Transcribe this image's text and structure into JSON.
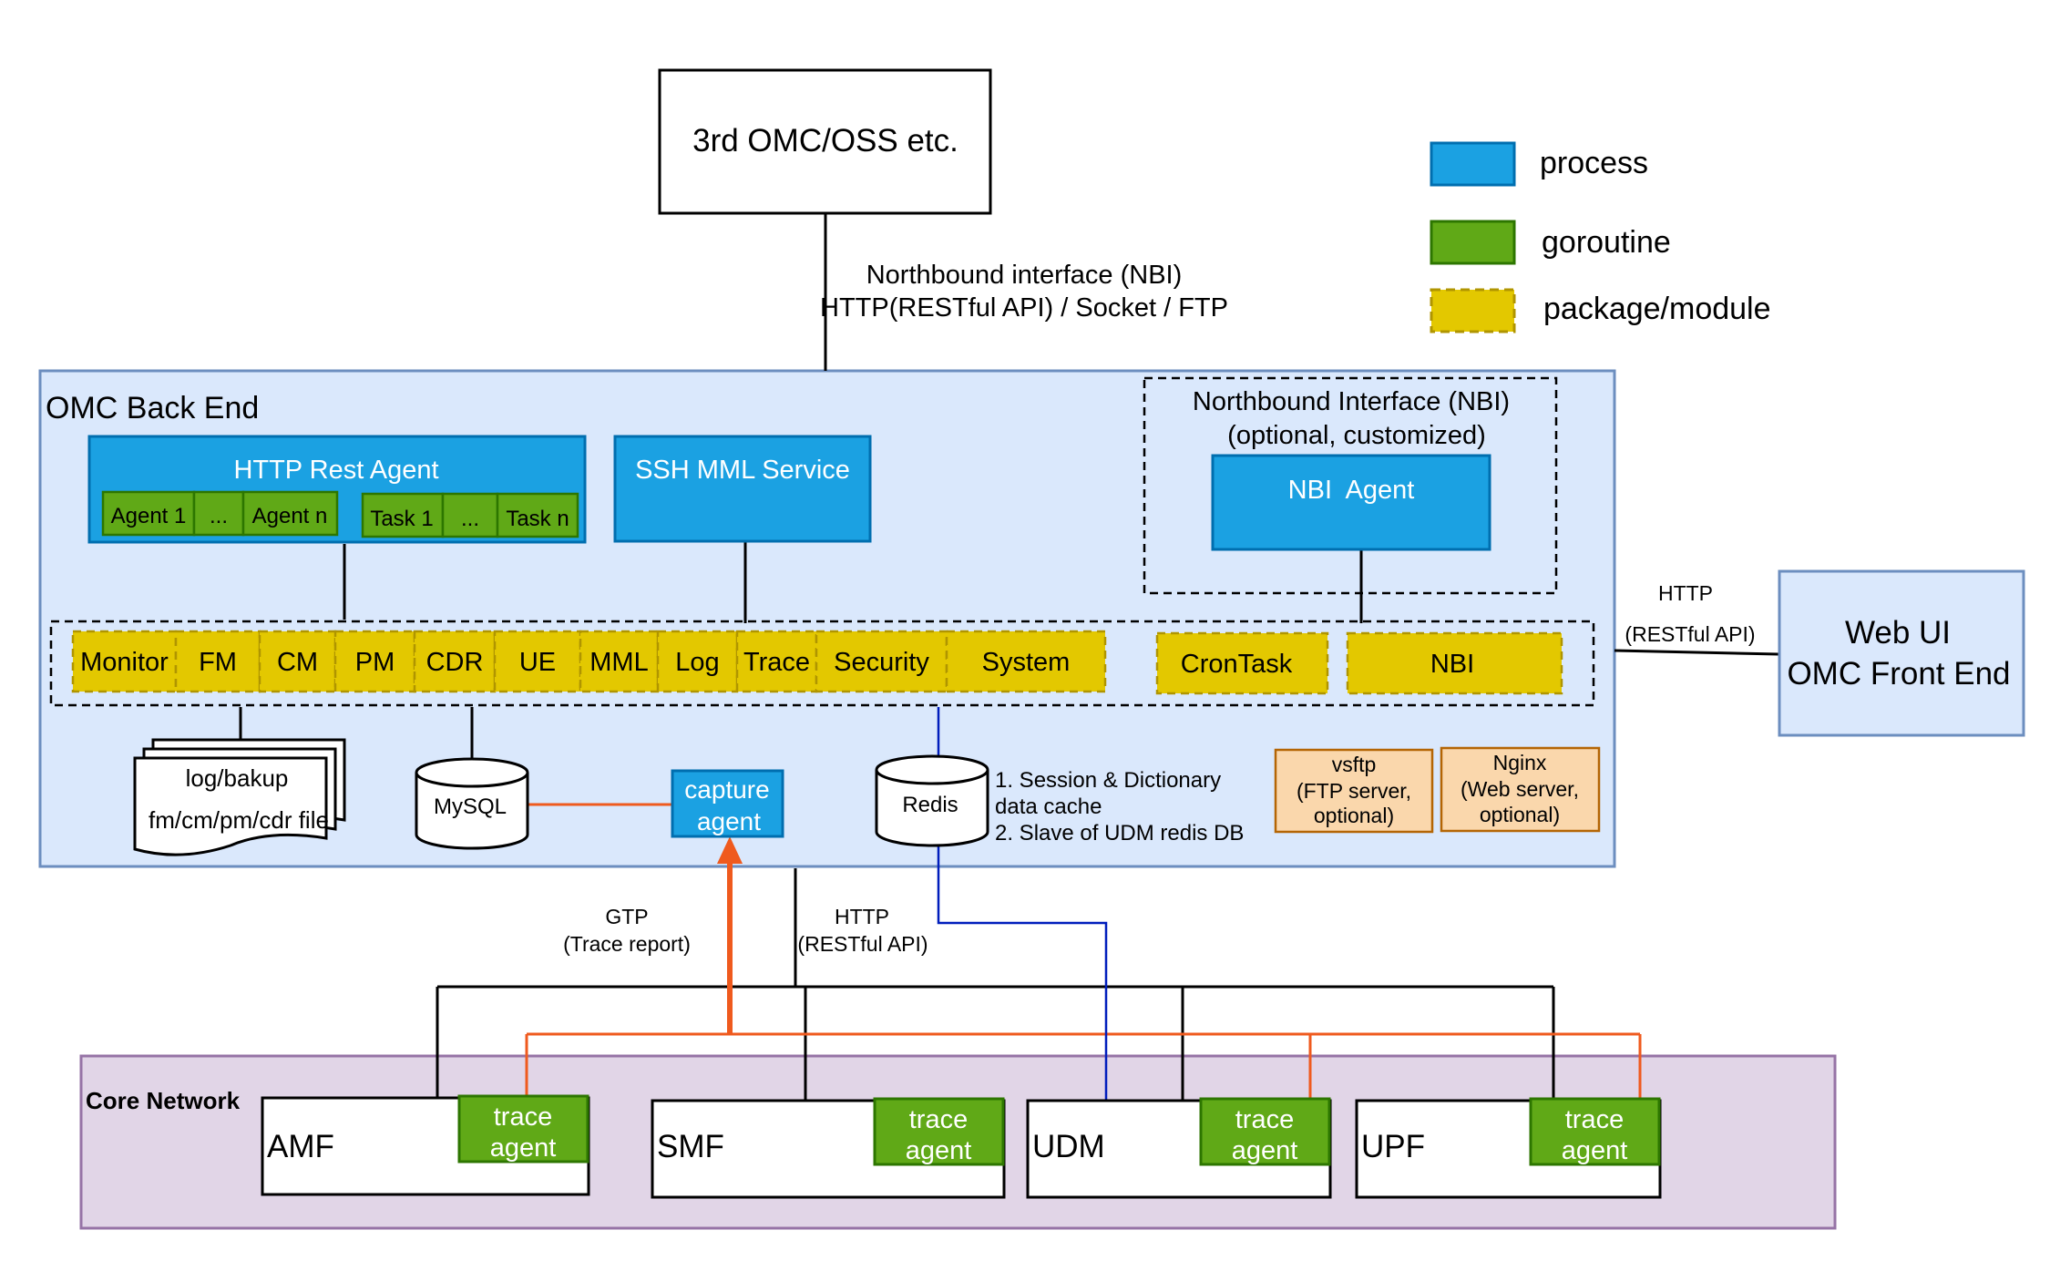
{
  "colors": {
    "process": "#1BA1E2",
    "process_border": "#006EAF",
    "goroutine": "#60A917",
    "goroutine_border": "#2D7600",
    "package": "#E3C800",
    "package_border": "#B09500",
    "backend_bg": "#DAE8FC",
    "backend_border": "#6C8EBF",
    "core_bg": "#E1D5E7",
    "core_border": "#9673A6",
    "service_bg": "#FAD7AC",
    "service_border": "#B46504",
    "trace_line": "#EF5A1E",
    "redis_line": "#001DBC"
  },
  "top_system": {
    "label": "3rd OMC/OSS etc."
  },
  "nbi_link": {
    "line1": "Northbound interface (NBI)",
    "line2": "HTTP(RESTful API) / Socket / FTP"
  },
  "legend": [
    {
      "kind": "process",
      "label": "process"
    },
    {
      "kind": "goroutine",
      "label": "goroutine"
    },
    {
      "kind": "package",
      "label": "package/module"
    }
  ],
  "backend": {
    "title": "OMC Back End",
    "http_rest_agent": {
      "label": "HTTP Rest Agent",
      "agents": [
        "Agent 1",
        "...",
        "Agent n"
      ],
      "tasks": [
        "Task 1",
        "...",
        "Task n"
      ]
    },
    "ssh_mml": {
      "label": "SSH MML Service"
    },
    "nbi_box": {
      "line1": "Northbound Interface (NBI)",
      "line2": "(optional, customized)",
      "agent": "NBI  Agent"
    },
    "modules": [
      "Monitor",
      "FM",
      "CM",
      "PM",
      "CDR",
      "UE",
      "MML",
      "Log",
      "Trace",
      "Security",
      "System"
    ],
    "cron_module": "CronTask",
    "nbi_module": "NBI",
    "files": {
      "line1": "log/bakup",
      "line2": "fm/cm/pm/cdr file"
    },
    "mysql": "MySQL",
    "capture": {
      "line1": "capture",
      "line2": "agent"
    },
    "redis": "Redis",
    "redis_note": [
      "1. Session & Dictionary",
      "data cache",
      "2. Slave of UDM redis DB"
    ],
    "vsftp": [
      "vsftp",
      "(FTP server,",
      "optional)"
    ],
    "nginx": [
      "Nginx",
      "(Web server,",
      "optional)"
    ]
  },
  "web_link": {
    "line1": "HTTP",
    "line2": "(RESTful API)"
  },
  "web_ui": {
    "line1": "Web UI",
    "line2": "OMC Front End"
  },
  "gtp": {
    "line1": "GTP",
    "line2": "(Trace report)"
  },
  "http_core": {
    "line1": "HTTP",
    "line2": "(RESTful API)"
  },
  "core": {
    "title": "Core Network",
    "nodes": [
      "AMF",
      "SMF",
      "UDM",
      "UPF"
    ],
    "agent": {
      "line1": "trace",
      "line2": "agent"
    }
  }
}
